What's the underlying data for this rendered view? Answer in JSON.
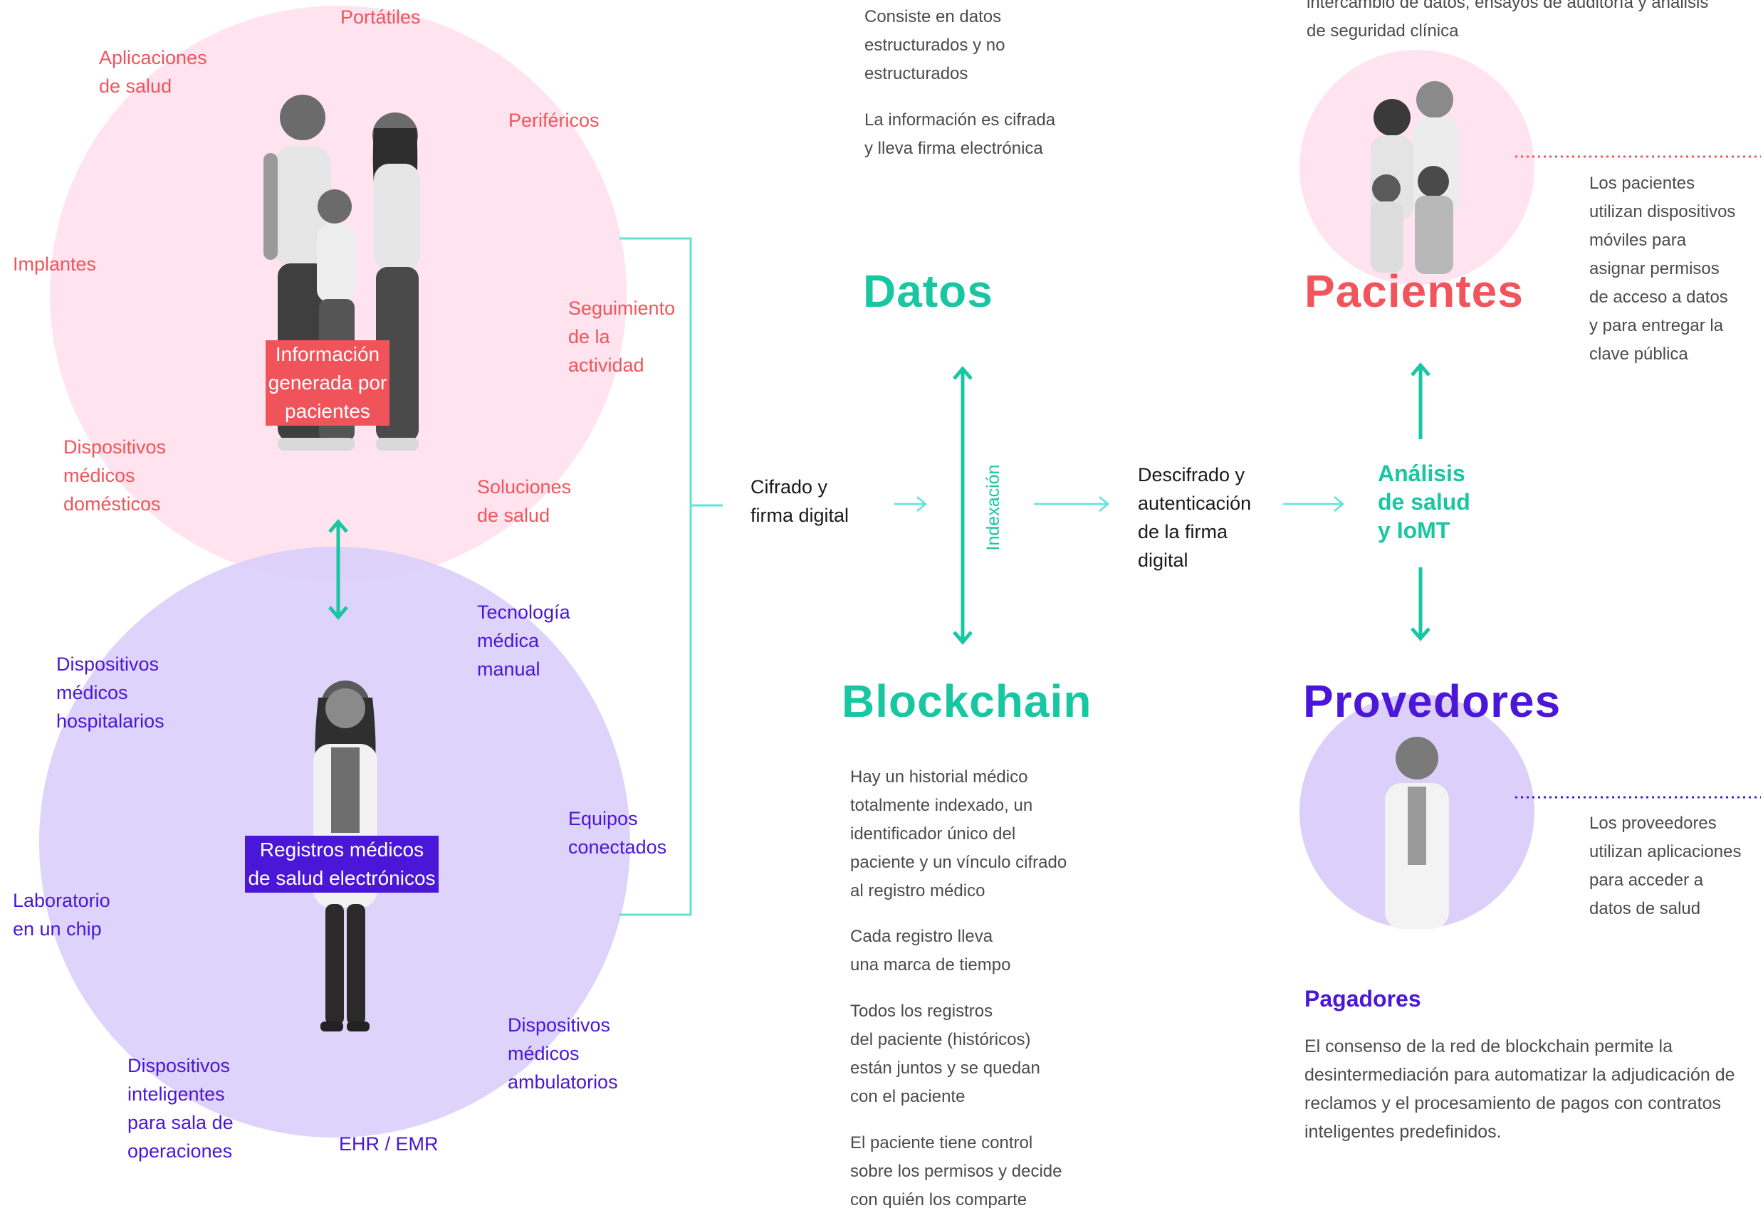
{
  "colors": {
    "pink_circle": "#ffe3ee",
    "purple_circle": "#dcd0fb",
    "pink_text": "#f2545b",
    "purple_text": "#4a16d8",
    "teal": "#18c7a2",
    "connector_line": "#5fe3d6"
  },
  "top_circle": {
    "center_label": "Información\ngenerada por\npacientes",
    "items": {
      "portatiles": "Portátiles",
      "aplicaciones": "Aplicaciones\nde salud",
      "perifericos": "Periféricos",
      "implantes": "Implantes",
      "seguimiento": "Seguimiento\nde la\nactividad",
      "dispositivos_domesticos": "Dispositivos\nmédicos\ndomésticos",
      "soluciones": "Soluciones\nde salud"
    }
  },
  "bottom_circle": {
    "center_label": "Registros médicos\nde salud electrónicos",
    "items": {
      "tecnologia_manual": "Tecnología\nmédica\nmanual",
      "dispositivos_hospitalarios": "Dispositivos\nmédicos\nhospitalarios",
      "equipos_conectados": "Equipos\nconectados",
      "laboratorio_chip": "Laboratorio\nen un chip",
      "dispositivos_ambulatorios": "Dispositivos\nmédicos\nambulatorios",
      "dispositivos_sala": "Dispositivos\ninteligentes\npara sala de\noperaciones",
      "ehr_emr": "EHR / EMR"
    }
  },
  "flow": {
    "cifrado": "Cifrado y\nfirma digital",
    "indexacion": "Indexación",
    "descifrado": "Descifrado y\nautenticación\nde la firma\ndigital",
    "analisis": "Análisis\nde salud\ny IoMT"
  },
  "datos": {
    "title": "Datos",
    "note1": "Consiste en datos\nestructurados y no\nestructurados",
    "note2": "La información es cifrada\ny lleva firma electrónica"
  },
  "blockchain": {
    "title": "Blockchain",
    "note1": "Hay un historial médico\ntotalmente indexado, un\nidentificador único del\npaciente y un vínculo cifrado\nal registro médico",
    "note2": "Cada registro lleva\nuna marca de tiempo",
    "note3": "Todos los registros\ndel paciente (históricos)\nestán juntos y se quedan\ncon el paciente",
    "note4": "El paciente tiene control\nsobre los permisos y decide\ncon quién los comparte"
  },
  "pacientes": {
    "top_text": "intercambio de datos, ensayos de auditoría y análisis\nde seguridad clínica",
    "title": "Pacientes",
    "note": "Los pacientes\nutilizan dispositivos\nmóviles para\nasignar permisos\nde acceso a datos\ny para entregar la\nclave pública"
  },
  "proveedores": {
    "title": "Provedores",
    "note": "Los proveedores\nutilizan aplicaciones\npara acceder a\ndatos de salud"
  },
  "pagadores": {
    "title": "Pagadores",
    "text": "El consenso de la red de blockchain permite la\ndesintermediación para automatizar la adjudicación de\nreclamos y el procesamiento de pagos con contratos\ninteligentes predefinidos."
  }
}
